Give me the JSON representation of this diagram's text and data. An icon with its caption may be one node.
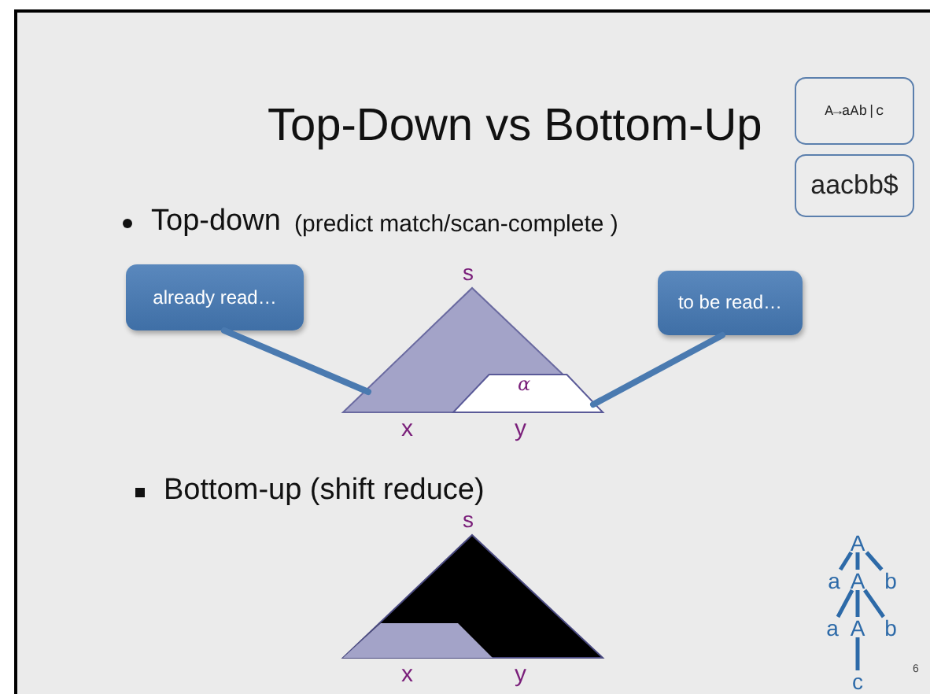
{
  "diagram": {
    "title": "Top-Down vs Bottom-Up",
    "nodes": [
      {
        "text": [
          "A→aAb|c"
        ]
      },
      {
        "text": [
          "aacbb$"
        ]
      },
      {
        "text": [
          "already read…"
        ]
      },
      {
        "text": [
          "to be read…"
        ]
      },
      {
        "text": [],
        "shape": "triangle"
      },
      {
        "text": [],
        "shape": "trapezoid",
        "in": 4
      },
      {
        "text": [
          "A"
        ]
      },
      {
        "text": [
          "a"
        ]
      },
      {
        "text": [
          "A"
        ]
      },
      {
        "text": [
          "b"
        ]
      },
      {
        "text": [
          "a"
        ]
      },
      {
        "text": [
          "A"
        ]
      },
      {
        "text": [
          "b"
        ]
      },
      {
        "text": [
          "c"
        ]
      }
    ],
    "edges": [
      {
        "from": 2,
        "to": 4,
        "arrow": "none"
      },
      {
        "from": 3,
        "to": 5,
        "arrow": "none"
      },
      {
        "from": 6,
        "to": 7,
        "arrow": "none"
      },
      {
        "from": 6,
        "to": 8,
        "arrow": "none"
      },
      {
        "from": 6,
        "to": 9,
        "arrow": "none"
      },
      {
        "from": 8,
        "to": 10,
        "arrow": "none"
      },
      {
        "from": 8,
        "to": 11,
        "arrow": "none"
      },
      {
        "from": 8,
        "to": 12,
        "arrow": "none"
      },
      {
        "from": 11,
        "to": 13,
        "arrow": "none"
      }
    ],
    "labels": [
      "Top-down",
      "(predict match/scan-complete )",
      "s",
      "α",
      "x",
      "y",
      "Bottom-up (shift reduce)",
      "s",
      "x",
      "y",
      "6"
    ]
  }
}
